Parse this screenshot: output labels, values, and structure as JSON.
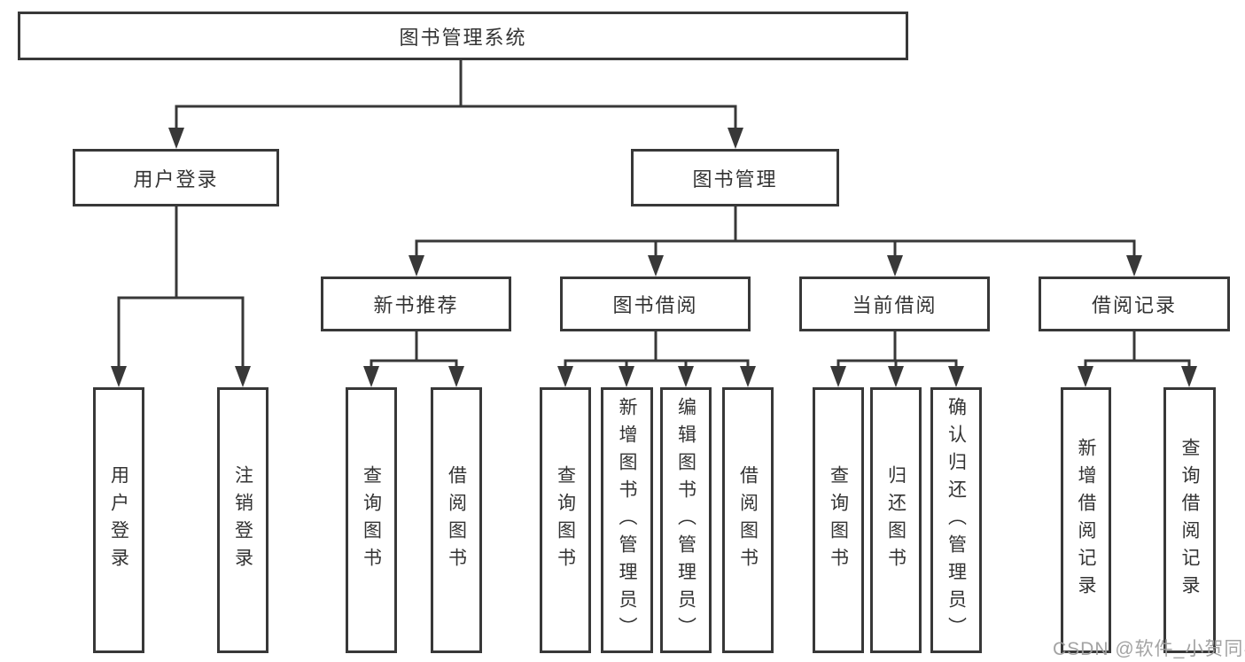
{
  "diagram_title": "图书管理系统",
  "nodes": {
    "root": "图书管理系统",
    "user_login": "用户登录",
    "book_management": "图书管理",
    "new_book_recommendation": "新书推荐",
    "book_borrowing": "图书借阅",
    "current_borrowing": "当前借阅",
    "borrowing_records": "借阅记录",
    "leaf_user_login": "用户登录",
    "leaf_logout": "注销登录",
    "leaf_newbook_query": "查询图书",
    "leaf_newbook_borrow": "借阅图书",
    "leaf_borrow_query": "查询图书",
    "leaf_borrow_add": "新增图书（管理员）",
    "leaf_borrow_edit": "编辑图书（管理员）",
    "leaf_borrow_lend": "借阅图书",
    "leaf_current_query": "查询图书",
    "leaf_current_return": "归还图书",
    "leaf_current_confirm": "确认归还（管理员）",
    "leaf_records_add": "新增借阅记录",
    "leaf_records_query": "查询借阅记录"
  },
  "hierarchy": {
    "图书管理系统": [
      "用户登录",
      "图书管理"
    ],
    "用户登录": [
      "用户登录",
      "注销登录"
    ],
    "图书管理": [
      "新书推荐",
      "图书借阅",
      "当前借阅",
      "借阅记录"
    ],
    "新书推荐": [
      "查询图书",
      "借阅图书"
    ],
    "图书借阅": [
      "查询图书",
      "新增图书（管理员）",
      "编辑图书（管理员）",
      "借阅图书"
    ],
    "当前借阅": [
      "查询图书",
      "归还图书",
      "确认归还（管理员）"
    ],
    "借阅记录": [
      "新增借阅记录",
      "查询借阅记录"
    ]
  },
  "watermark": "CSDN @软件_小贺同学",
  "colors": {
    "line": "#383838",
    "text": "#333333",
    "watermark": "#9e9e9e",
    "background": "#ffffff"
  }
}
